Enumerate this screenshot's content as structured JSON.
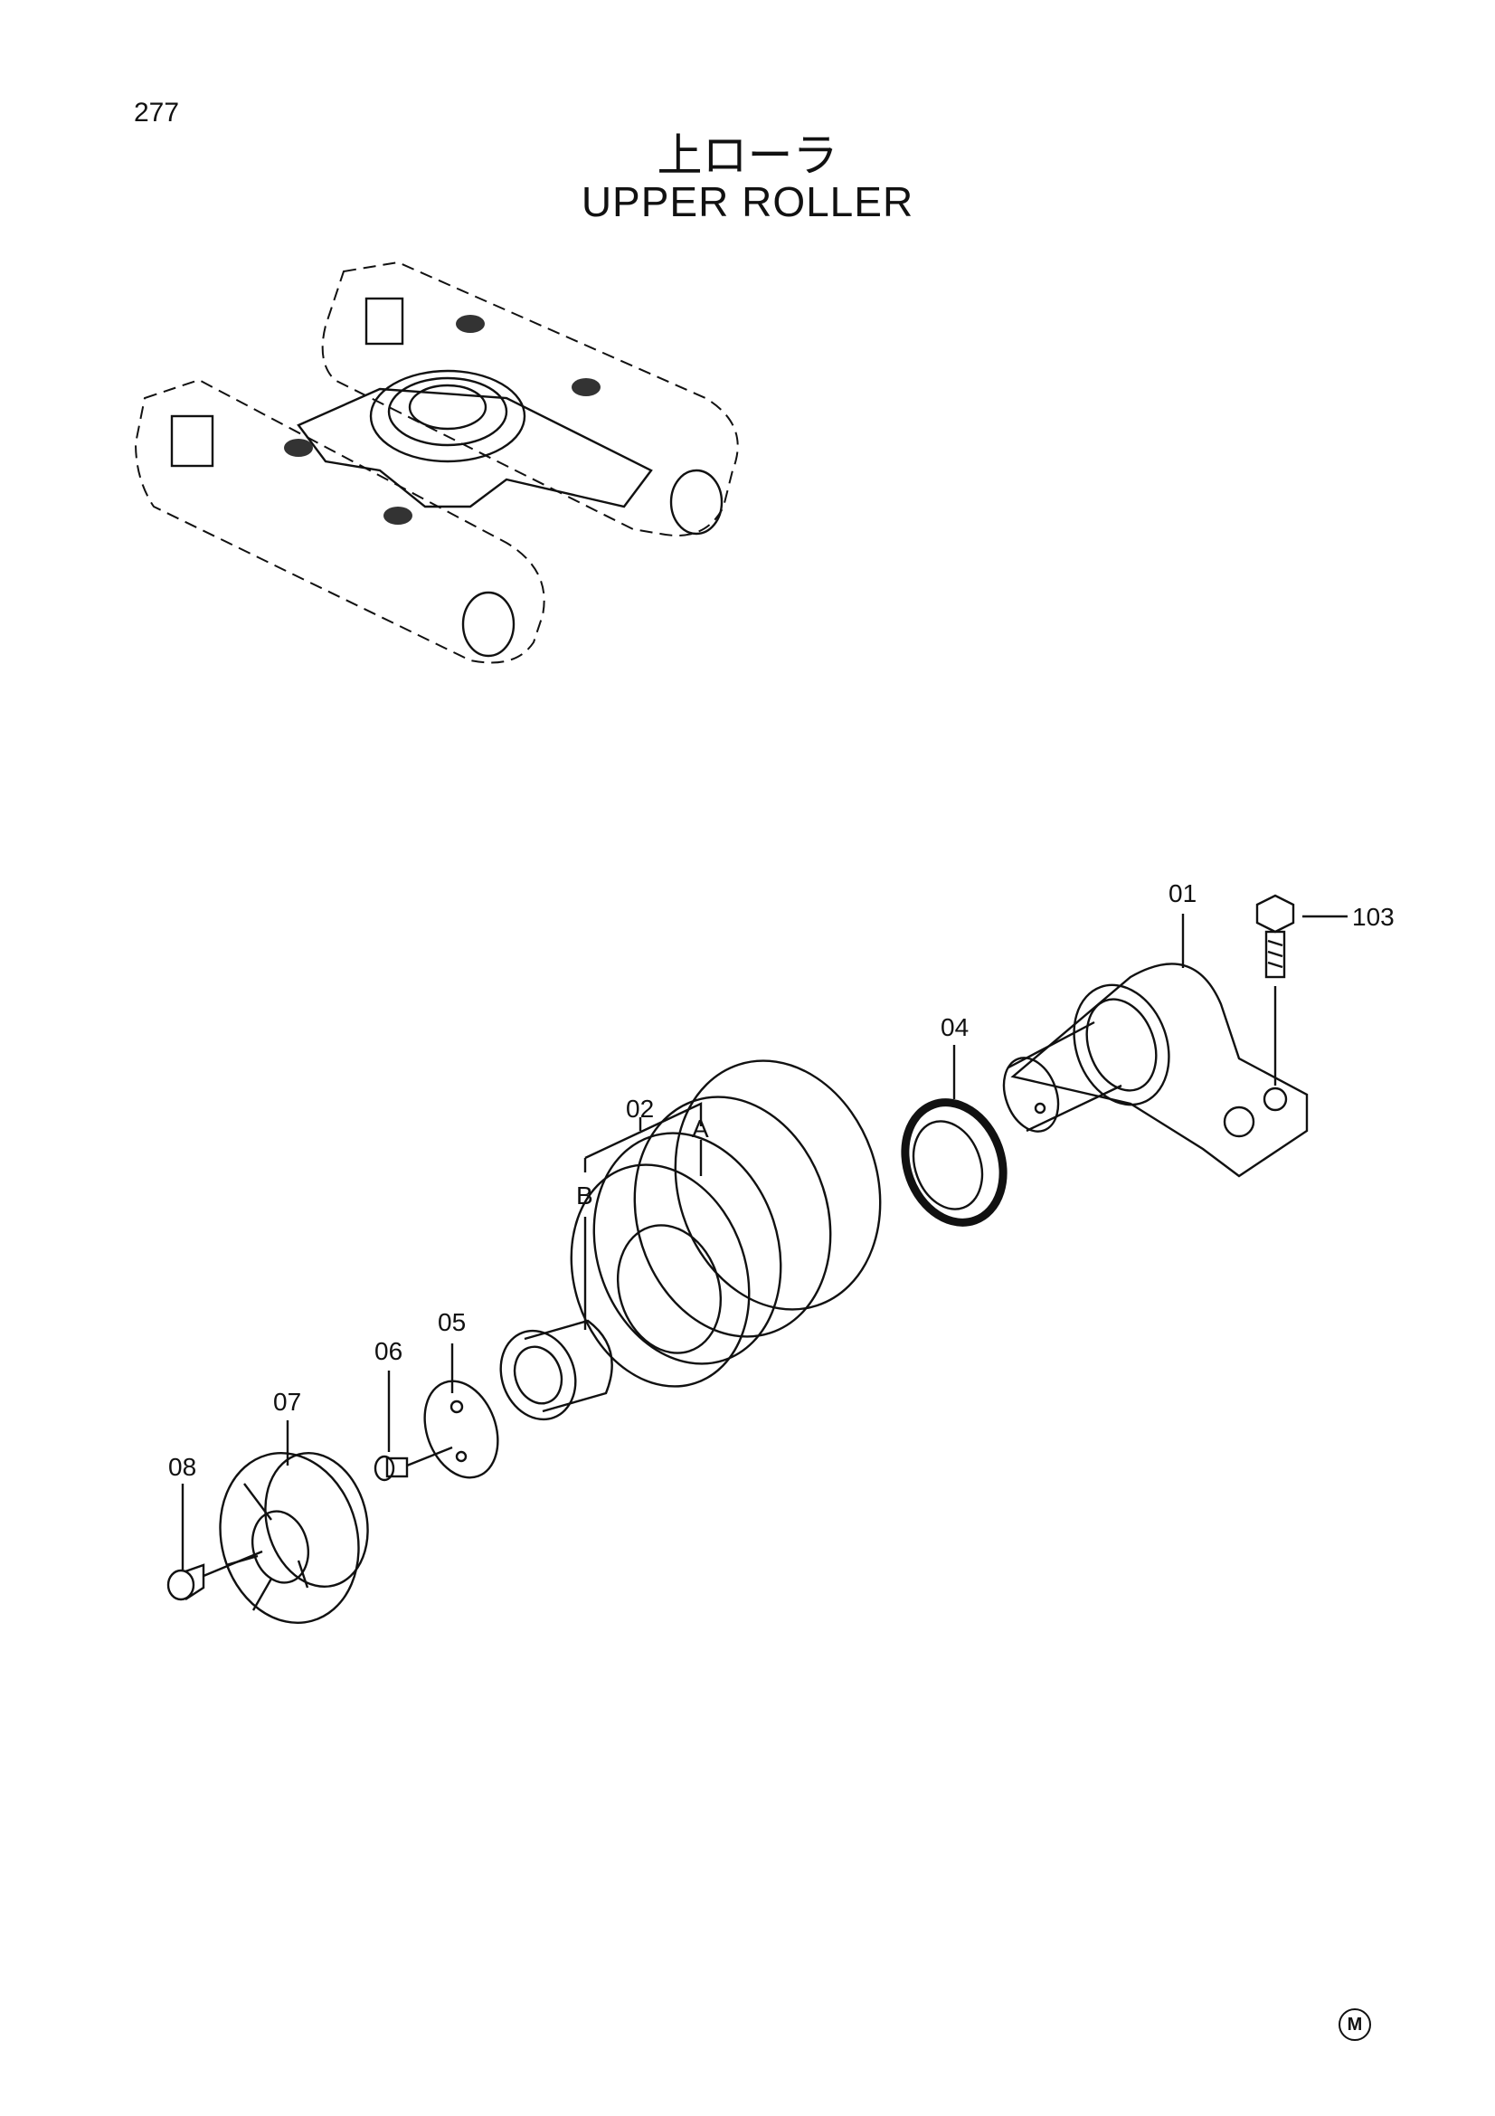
{
  "page_number": "277",
  "title_jp": "上ローラ",
  "title_en": "UPPER ROLLER",
  "mark": "M",
  "callouts": {
    "p01": "01",
    "p103": "103",
    "p04": "04",
    "p02": "02",
    "pA": "A",
    "pB": "B",
    "p05": "05",
    "p06": "06",
    "p07": "07",
    "p08": "08"
  }
}
